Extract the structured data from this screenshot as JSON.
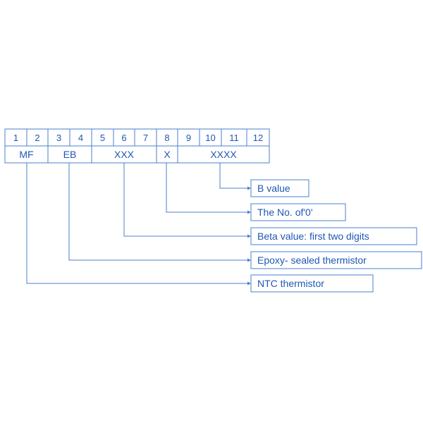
{
  "positions": [
    "1",
    "2",
    "3",
    "4",
    "5",
    "6",
    "7",
    "8",
    "9",
    "10",
    "11",
    "12"
  ],
  "groups": [
    "MF",
    "EB",
    "XXX",
    "X",
    "XXXX"
  ],
  "descriptions": [
    "B value",
    "The No. of'0'",
    "Beta value: first two digits",
    "Epoxy- sealed thermistor",
    "NTC thermistor"
  ],
  "colors": {
    "line": "#4a7fcf",
    "text": "#1f57b5"
  }
}
